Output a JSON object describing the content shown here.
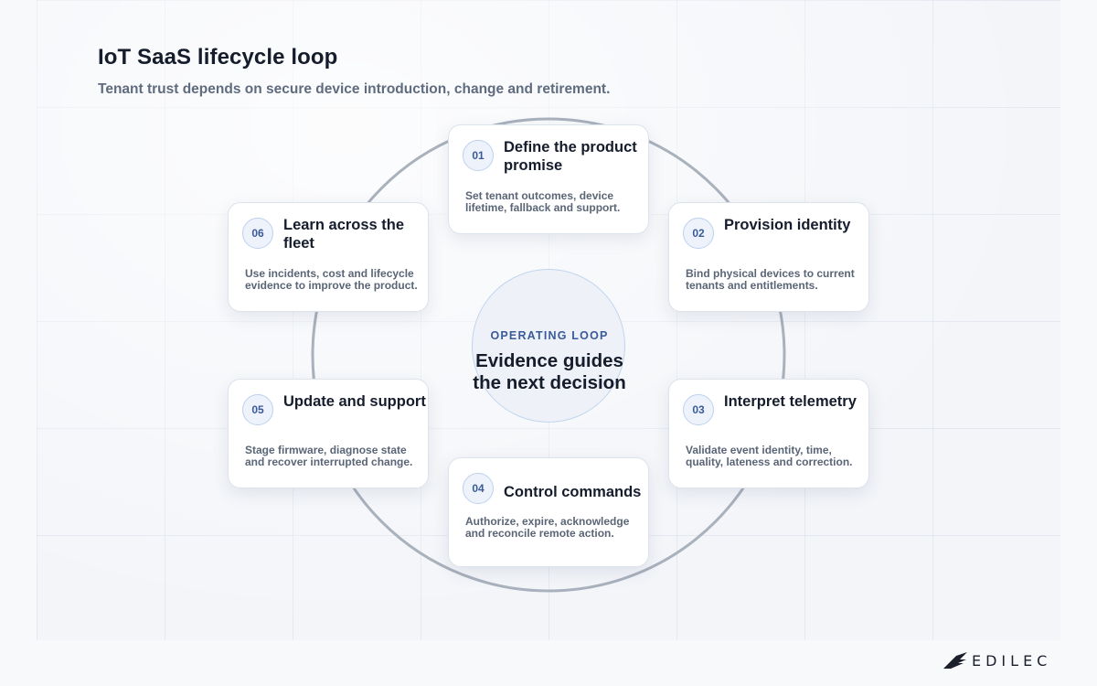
{
  "header": {
    "title": "IoT SaaS lifecycle loop",
    "subtitle": "Tenant trust depends on secure device introduction, change and retirement."
  },
  "center": {
    "label": "OPERATING LOOP",
    "text": "Evidence guides the next decision"
  },
  "steps": [
    {
      "number": "01",
      "title": "Define the product promise",
      "description": "Set tenant outcomes, device lifetime, fallback and support."
    },
    {
      "number": "02",
      "title": "Provision identity",
      "description": "Bind physical devices to current tenants and entitlements."
    },
    {
      "number": "03",
      "title": "Interpret telemetry",
      "description": "Validate event identity, time, quality, lateness and correction."
    },
    {
      "number": "04",
      "title": "Control commands",
      "description": "Authorize, expire, acknowledge and reconcile remote action."
    },
    {
      "number": "05",
      "title": "Update and support",
      "description": "Stage firmware, diagnose state and recover interrupted change."
    },
    {
      "number": "06",
      "title": "Learn across the fleet",
      "description": "Use incidents, cost and lifecycle evidence to improve the product."
    }
  ],
  "logo": {
    "text": "EDILEC"
  },
  "colors": {
    "accent": "#3a5a98",
    "ring": "#a9b1bd",
    "card_border": "#dde3ec"
  },
  "icons": [
    "edilec-logo-icon"
  ]
}
